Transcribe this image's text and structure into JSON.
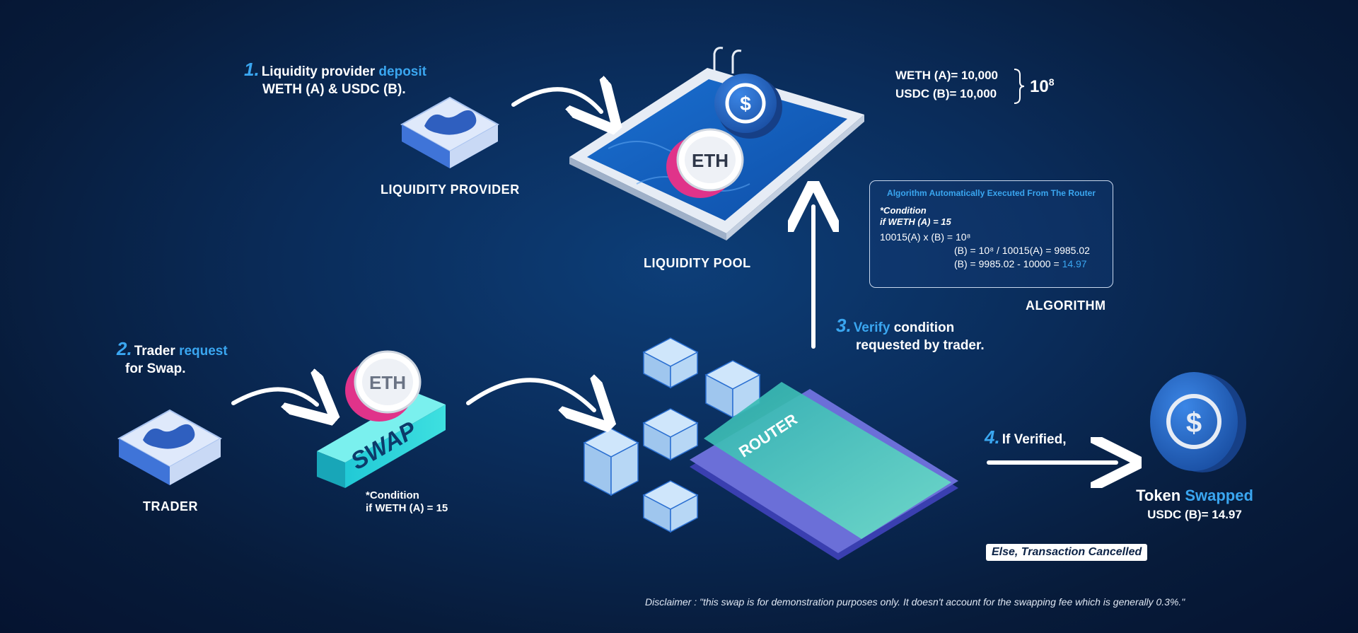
{
  "step1": {
    "num": "1.",
    "text_a": "Liquidity provider ",
    "highlight": "deposit",
    "line2": "WETH (A) & USDC (B)."
  },
  "liquidity_provider_label": "LIQUIDITY PROVIDER",
  "liquidity_pool_label": "LIQUIDITY POOL",
  "pool_values": {
    "weth": "WETH (A)= 10,000",
    "usdc": "USDC  (B)= 10,000",
    "total_base": "10",
    "total_exp": "8"
  },
  "algorithm": {
    "title": "Algorithm Automatically Executed From The Router",
    "cond1": "*Condition",
    "cond2": "if WETH (A) = 15",
    "eq1": "10015(A) x (B) = 10⁸",
    "eq2": "(B) = 10⁸ / 10015(A) = 9985.02",
    "eq3_a": "(B) = 9985.02 - 10000 = ",
    "eq3_b": "14.97",
    "label": "ALGORITHM"
  },
  "step2": {
    "num": "2.",
    "text_a": "Trader ",
    "highlight": "request",
    "line2": "for Swap."
  },
  "trader_label": "TRADER",
  "swap_label": "SWAP",
  "swap_condition": {
    "line1": "*Condition",
    "line2": "if WETH (A) = 15"
  },
  "eth_label": "ETH",
  "step3": {
    "num": "3.",
    "highlight": "Verify",
    "text_b": " condition",
    "line2": "requested by trader."
  },
  "router_label": "ROUTER",
  "step4": {
    "num": "4.",
    "text": "If Verified,"
  },
  "result": {
    "text_a": "Token ",
    "highlight": "Swapped",
    "value": "USDC (B)= 14.97"
  },
  "else_text": "Else, Transaction Cancelled",
  "disclaimer": "Disclaimer : \"this swap is for demonstration purposes only. It doesn't account for the swapping fee which is generally 0.3%.\"",
  "colors": {
    "accent": "#3aa6f0",
    "background": "#0a2c5a",
    "eth_pink": "#e0338a",
    "usdc_blue": "#2a6fd1",
    "router_teal": "#3fc6c0"
  }
}
